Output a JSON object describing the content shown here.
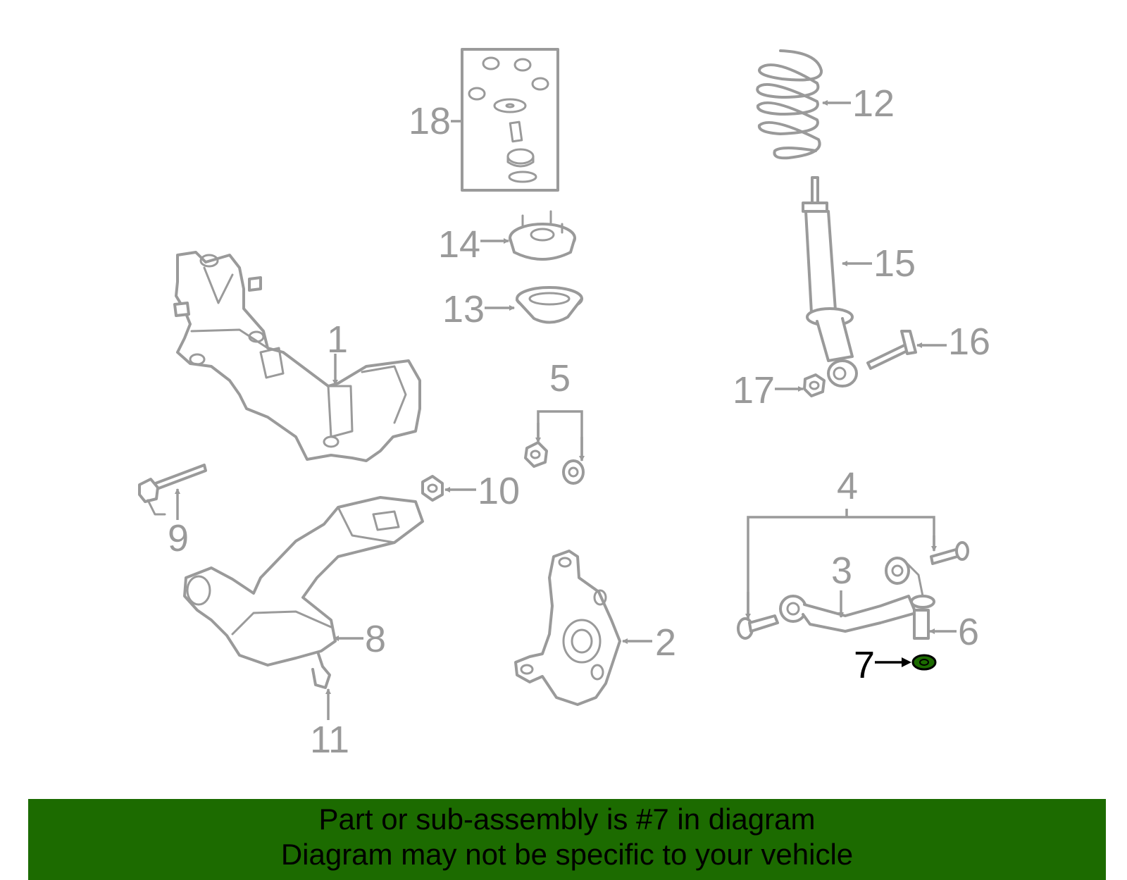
{
  "highlight_color": "#1c6b00",
  "callouts": {
    "c1": "1",
    "c2": "2",
    "c3": "3",
    "c4": "4",
    "c5": "5",
    "c6": "6",
    "c7": "7",
    "c8": "8",
    "c9": "9",
    "c10": "10",
    "c11": "11",
    "c12": "12",
    "c13": "13",
    "c14": "14",
    "c15": "15",
    "c16": "16",
    "c17": "17",
    "c18": "18"
  },
  "highlighted_part": "7",
  "banner": {
    "line1": "Part or sub-assembly is #7 in diagram",
    "line2": "Diagram may not be specific to your vehicle"
  }
}
